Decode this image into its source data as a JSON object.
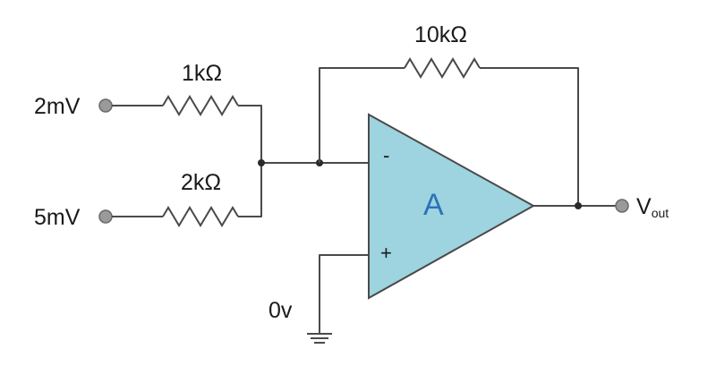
{
  "inputs": {
    "in1": {
      "label": "2mV"
    },
    "in2": {
      "label": "5mV"
    }
  },
  "resistors": {
    "r1": {
      "label": "1kΩ"
    },
    "r2": {
      "label": "2kΩ"
    },
    "rf": {
      "label": "10kΩ"
    }
  },
  "opamp": {
    "label": "A",
    "inverting_sign": "-",
    "noninverting_sign": "+",
    "fill_color": "#9ed3e0",
    "label_color": "#2b73b8"
  },
  "ground": {
    "label": "0v"
  },
  "output": {
    "label_main": "V",
    "label_sub": "out"
  }
}
